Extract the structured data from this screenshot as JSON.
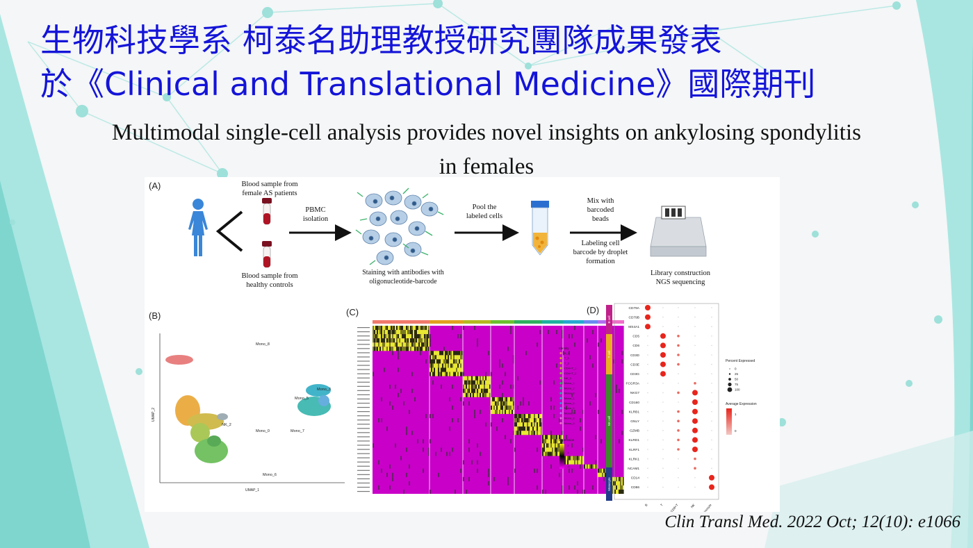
{
  "title": {
    "line1": "生物科技學系 柯泰名助理教授研究團隊成果發表",
    "line2": "於《Clinical and Translational Medicine》國際期刊"
  },
  "subtitle": {
    "line1": "Multimodal single-cell analysis provides novel insights on ankylosing spondylitis",
    "line2": "in females"
  },
  "figure": {
    "panel_a": {
      "label": "(A)",
      "sample_as_l1": "Blood sample from",
      "sample_as_l2": "female AS patients",
      "sample_hc_l1": "Blood sample from",
      "sample_hc_l2": "healthy controls",
      "pbmc_l1": "PBMC",
      "pbmc_l2": "isolation",
      "staining_l1": "Staining with antibodies with",
      "staining_l2": "oligonucleotide-barcode",
      "pool_l1": "Pool the",
      "pool_l2": "labeled cells",
      "mix_l1": "Mix with",
      "mix_l2": "barcoded",
      "mix_l3": "beads",
      "labeling_l1": "Labeling cell",
      "labeling_l2": "barcode by droplet",
      "labeling_l3": "formation",
      "library_l1": "Library construction",
      "library_l2": "NGS sequencing"
    },
    "panel_b": {
      "label": "(B)",
      "clusters": [
        "Mono_8",
        "Mono_3",
        "Mono_6",
        "NK_2",
        "Mono_0",
        "Mono_7",
        "Mono_5"
      ],
      "xlabel": "UMAP_1",
      "ylabel": "UMAP_2"
    },
    "panel_c": {
      "label": "(C)",
      "legend_title": "Identity",
      "legend_items": [
        "B_1",
        "T_1",
        "T_2",
        "CD4+T_1",
        "CD4+T_2",
        "NK_1",
        "Mono_1",
        "Mono_2",
        "Mono_3",
        "Mono_4",
        "Mono_5",
        "Mono_6",
        "Mono_7",
        "Mono_8",
        "Mono_9"
      ],
      "scale_title": "Expression",
      "scale_ticks": [
        "2",
        "1",
        "0",
        "-1"
      ]
    },
    "panel_d": {
      "label": "(D)",
      "groups": [
        "B cell",
        "T cell",
        "NK cell",
        "Monocyte"
      ],
      "genes": [
        "CD79A",
        "CD79B",
        "MS4A1",
        "CD5",
        "CD6",
        "CD3D",
        "CD3E",
        "CD3G",
        "FCGR3A",
        "NKG7",
        "CD160",
        "KLRB1",
        "GNLY",
        "GZMB",
        "KLRD1",
        "KLRF1",
        "KLRK1",
        "NCAM1",
        "CD14",
        "CD86"
      ],
      "x_categories": [
        "B",
        "T",
        "CD8+T",
        "NK",
        "Monocyte"
      ],
      "size_legend_title": "Percent Expressed",
      "size_ticks": [
        "0",
        "25",
        "50",
        "75",
        "100"
      ],
      "color_legend_title": "Average Expression",
      "color_ticks": [
        "1",
        "0"
      ]
    }
  },
  "citation": "Clin Transl Med. 2022 Oct; 12(10): e1066",
  "colors": {
    "title_blue": "#1414d8",
    "teal": "#7fd6cf",
    "heat_magenta": "#c800c8",
    "heat_yellow": "#e8e832",
    "dot_red": "#e8251c"
  }
}
